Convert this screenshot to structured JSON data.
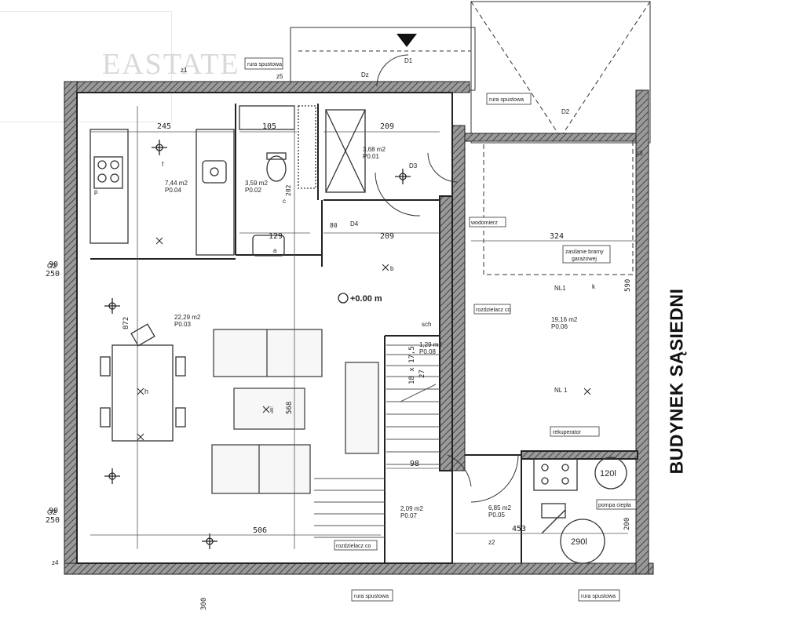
{
  "watermark": "EASTATE",
  "neighbor_label": "BUDYNEK SĄSIEDNI",
  "level_mark": "+0.00 m",
  "rooms": [
    {
      "id": "p004",
      "area": "7,44 m2",
      "code": "P0.04"
    },
    {
      "id": "p002",
      "area": "3,59 m2",
      "code": "P0.02"
    },
    {
      "id": "p001",
      "area": "3,68 m2",
      "code": "P0.01"
    },
    {
      "id": "p003",
      "area": "22,29 m2",
      "code": "P0.03"
    },
    {
      "id": "p008",
      "area": "1,29 m2",
      "code": "P0.08"
    },
    {
      "id": "p007",
      "area": "2,09 m2",
      "code": "P0.07"
    },
    {
      "id": "p006",
      "area": "19,16 m2",
      "code": "P0.06"
    },
    {
      "id": "p005",
      "area": "6,85 m2",
      "code": "P0.05"
    }
  ],
  "callouts": {
    "rura_spustowa": "rura spustowa",
    "wodomierz": "wodomierz",
    "zasilanie": [
      "zasilanie bramy",
      "garażowej"
    ],
    "rozdzielacz_co": "rozdzielacz co",
    "rekuperator": "rekuperator",
    "pompa_ciepla": "pompa ciepła",
    "tank_1": "120l",
    "tank_2": "290l"
  },
  "dimensions": {
    "d245": "245",
    "d105": "105",
    "d209a": "209",
    "d209b": "209",
    "d129": "129",
    "d324": "324",
    "d90a": "90",
    "d250a": "250",
    "d90b": "90",
    "d250b": "250",
    "d506": "506",
    "d98": "98",
    "d453": "453",
    "d872": "872",
    "d568": "568",
    "d590": "590",
    "d200": "200",
    "d80": "80",
    "d202": "202",
    "d27": "27",
    "d300": "300",
    "stair": "18 x 17,5"
  },
  "marks": {
    "o2a": "O2",
    "o2b": "O2",
    "z1": "z1",
    "z5": "z5",
    "dz": "Dz",
    "d1": "D1",
    "d2": "D2",
    "d3": "D3",
    "d4": "D4",
    "sch": "sch",
    "nl1a": "NL1",
    "nl1b": "NL 1",
    "k": "k",
    "f": "f",
    "h": "h",
    "b": "b",
    "c": "c",
    "ij": "ij",
    "a": "a",
    "z2": "z2",
    "z4": "z4",
    "z3": "z3",
    "p": "p"
  }
}
